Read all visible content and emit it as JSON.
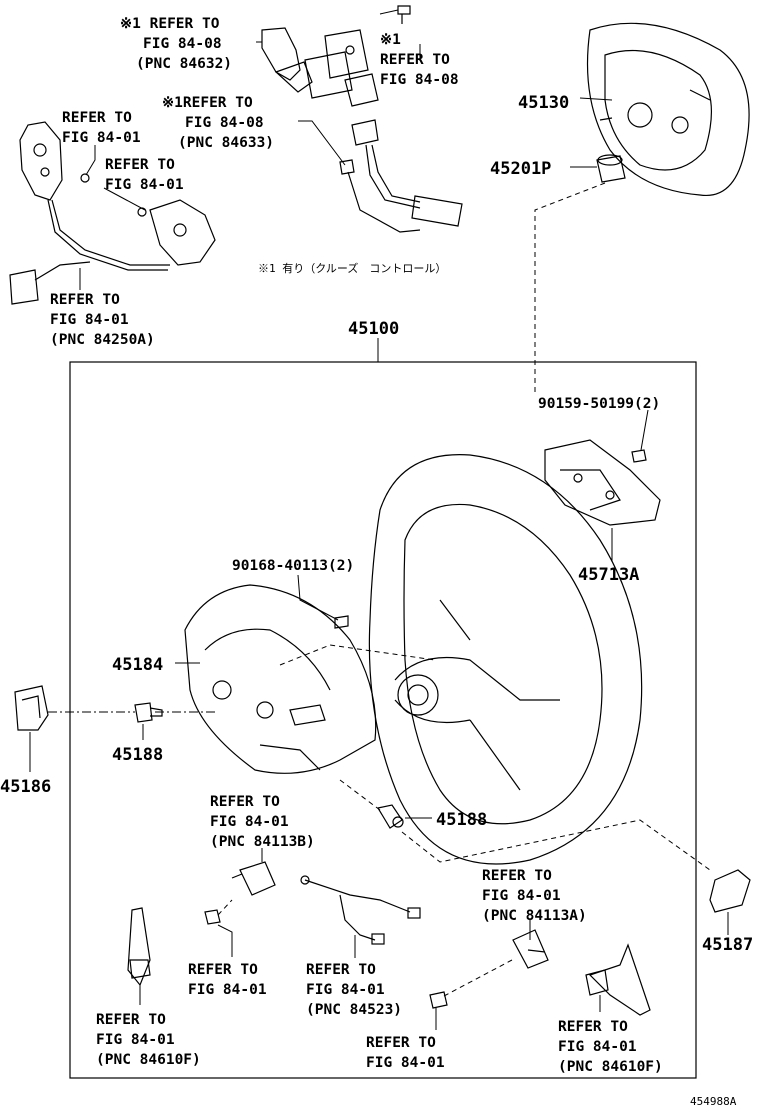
{
  "labels": {
    "ref_84632": [
      "※1 REFER TO",
      "FIG 84-08",
      "(PNC 84632)"
    ],
    "ref_84_08_b": [
      "※1",
      "REFER TO",
      "FIG 84-08"
    ],
    "ref_84633": [
      "※1REFER TO",
      "FIG 84-08",
      "(PNC 84633)"
    ],
    "ref_84_01_a": [
      "REFER TO",
      "FIG 84-01"
    ],
    "ref_84_01_b": [
      "REFER TO",
      "FIG 84-01"
    ],
    "ref_84250A": [
      "REFER TO",
      "FIG 84-01",
      "(PNC 84250A)"
    ],
    "note_cruise": "※1 有り（クルーズ　コントロール）",
    "ref_84113B": [
      "REFER TO",
      "FIG 84-01",
      "(PNC 84113B)"
    ],
    "ref_84_01_c": [
      "REFER TO",
      "FIG 84-01"
    ],
    "ref_84523": [
      "REFER TO",
      "FIG 84-01",
      "(PNC 84523)"
    ],
    "ref_84113A": [
      "REFER TO",
      "FIG 84-01",
      "(PNC 84113A)"
    ],
    "ref_84_01_d": [
      "REFER TO",
      "FIG 84-01"
    ],
    "ref_84610F_l": [
      "REFER TO",
      "FIG 84-01",
      "(PNC 84610F)"
    ],
    "ref_84610F_r": [
      "REFER TO",
      "FIG 84-01",
      "(PNC 84610F)"
    ]
  },
  "part_numbers": {
    "p45130": "45130",
    "p45201P": "45201P",
    "p45100": "45100",
    "p90159": "90159-50199(2)",
    "p45713A": "45713A",
    "p90168": "90168-40113(2)",
    "p45184": "45184",
    "p45186": "45186",
    "p45188a": "45188",
    "p45188b": "45188",
    "p45187": "45187"
  },
  "diagram_id": "454988A"
}
